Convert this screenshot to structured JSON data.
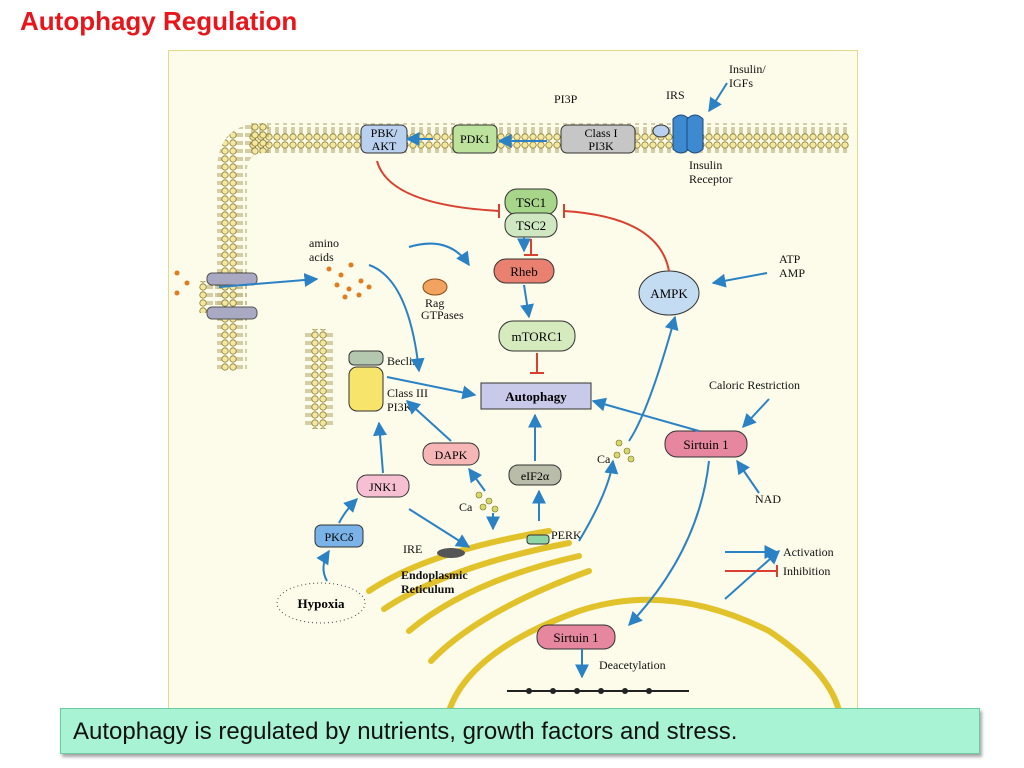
{
  "title": "Autophagy Regulation",
  "caption": "Autophagy is regulated by nutrients, growth factors and stress.",
  "diagram": {
    "insulin": "Insulin/",
    "igfs": "IGFs",
    "irs": "IRS",
    "pi3p": "PI3P",
    "pbk": "PBK/",
    "akt": "AKT",
    "pdk1": "PDK1",
    "class1": "Class I",
    "pi3k_top": "PI3K",
    "insulin_receptor_1": "Insulin",
    "insulin_receptor_2": "Receptor",
    "tsc1": "TSC1",
    "tsc2": "TSC2",
    "rheb": "Rheb",
    "mtorc1": "mTORC1",
    "autophagy": "Autophagy",
    "amino": "amino",
    "acids": "acids",
    "rag": "Rag",
    "gtpases": "GTPases",
    "beclin": "Beclin",
    "class3": "Class III",
    "pi3k_mid": "PI3K",
    "dapk": "DAPK",
    "jnk1": "JNK1",
    "pkc": "PKCδ",
    "ca_1": "Ca",
    "ca_2": "Ca",
    "eif2a": "eIF2α",
    "perk": "PERK",
    "ire": "IRE",
    "er_1": "Endoplasmic",
    "er_2": "Reticulum",
    "hypoxia": "Hypoxia",
    "ampk": "AMPK",
    "atp": "ATP",
    "amp": "AMP",
    "caloric": "Caloric Restriction",
    "sirtuin1_top": "Sirtuin 1",
    "nad": "NAD",
    "sirtuin1_bottom": "Sirtuin 1",
    "deacetylation": "Deacetylation",
    "legend_activation": "Activation",
    "legend_inhibition": "Inhibition"
  },
  "colors": {
    "title": "#e8151b",
    "activation": "#2a82c4",
    "inhibition": "#d8402f",
    "caption_bg": "#a8f3d3"
  }
}
